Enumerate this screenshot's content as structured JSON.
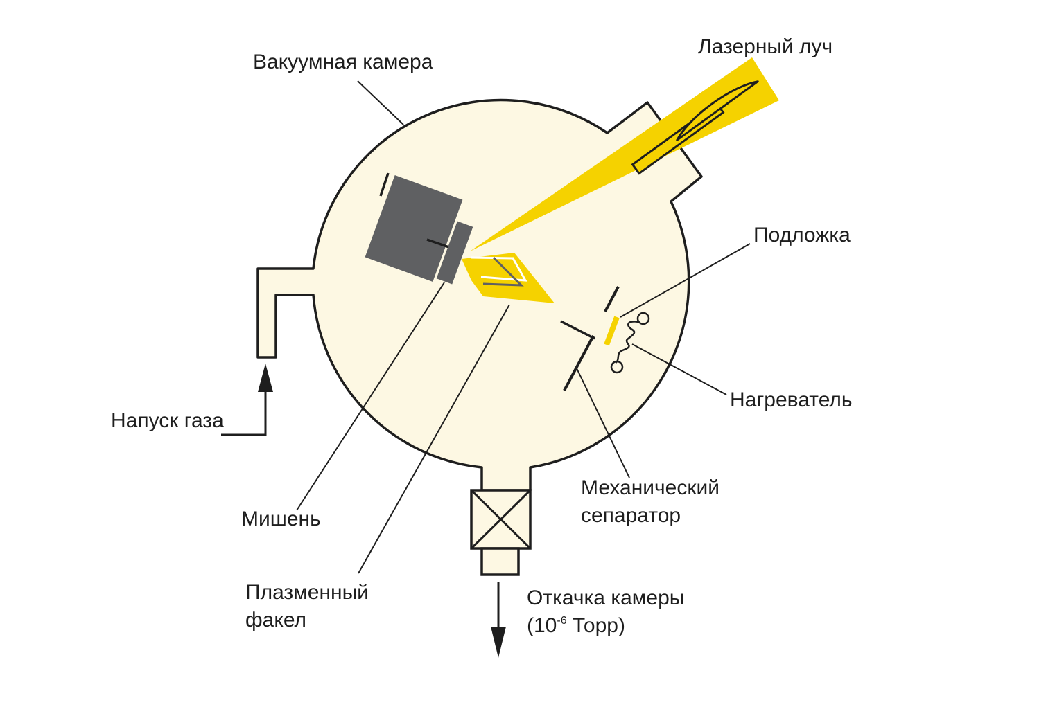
{
  "colors": {
    "chamber_fill": "#fdf8e3",
    "outline": "#1e1e1e",
    "laser_yellow": "#f5d200",
    "target_gray": "#5f6062",
    "background": "#ffffff"
  },
  "labels": {
    "vacuum_chamber": "Вакуумная камера",
    "laser_beam": "Лазерный луч",
    "substrate": "Подложка",
    "heater": "Нагреватель",
    "gas_inlet": "Напуск газа",
    "target": "Мишень",
    "separator_line1": "Механический",
    "separator_line2": "сепаратор",
    "plume_line1": "Плазменный",
    "plume_line2": "факел",
    "pump_line1": "Откачка камеры",
    "pump_line2_prefix": "(10",
    "pump_line2_exp": "-6",
    "pump_line2_suffix": " Торр)"
  }
}
